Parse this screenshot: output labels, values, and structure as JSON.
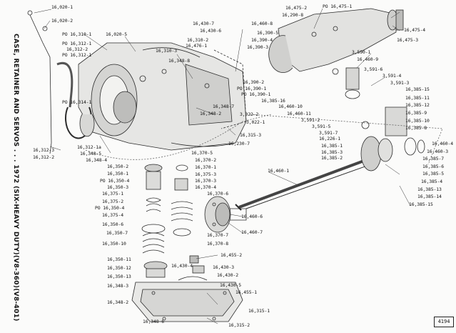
{
  "title": "CASE, RETAINER AND SERVOS . . . 1972 (SIX-HEAVY DUTY)(V8-360)(V8-401)",
  "figure_number": "4194",
  "colors": {
    "line": "#2b2b2b",
    "shade": "#9a9a9a",
    "paper": "#fbfbfa"
  },
  "labels": [
    {
      "id": "l1",
      "text": "16,020-1"
    },
    {
      "id": "l2",
      "text": "16,020-2"
    },
    {
      "id": "l3",
      "text": "PO 16,310-1"
    },
    {
      "id": "l4",
      "text": "16,020-5"
    },
    {
      "id": "l5",
      "text": "PO 16,312-1"
    },
    {
      "id": "l6",
      "text": "16,312-2"
    },
    {
      "id": "l7",
      "text": "PO 16,312-1"
    },
    {
      "id": "l8",
      "text": "16,310-3"
    },
    {
      "id": "l9",
      "text": "16,348-8"
    },
    {
      "id": "l10",
      "text": "16,430-7"
    },
    {
      "id": "l11",
      "text": "16,430-6"
    },
    {
      "id": "l12",
      "text": "16,310-2"
    },
    {
      "id": "l13",
      "text": "16,476-1"
    },
    {
      "id": "l14",
      "text": "PO 16,314-1"
    },
    {
      "id": "l15",
      "text": "16,348-7"
    },
    {
      "id": "l16",
      "text": "16,348-2"
    },
    {
      "id": "l17",
      "text": "3,022-2"
    },
    {
      "id": "l18",
      "text": "3,022-1"
    },
    {
      "id": "l19",
      "text": "16,315-3"
    },
    {
      "id": "l20",
      "text": "16,230-7"
    },
    {
      "id": "l21",
      "text": "16,312-3"
    },
    {
      "id": "l22",
      "text": "16,312-2"
    },
    {
      "id": "l23",
      "text": "16,312-1a"
    },
    {
      "id": "l24",
      "text": "16,348-5"
    },
    {
      "id": "l25",
      "text": "16,348-4"
    },
    {
      "id": "l26",
      "text": "16,475-2"
    },
    {
      "id": "l27",
      "text": "16,290-8"
    },
    {
      "id": "l28",
      "text": "PO 16,475-1"
    },
    {
      "id": "l29",
      "text": "16,460-8"
    },
    {
      "id": "l30",
      "text": "16,390-5"
    },
    {
      "id": "l31",
      "text": "16,390-4"
    },
    {
      "id": "l32",
      "text": "16,390-3"
    },
    {
      "id": "l33",
      "text": "16,390-2"
    },
    {
      "id": "l34",
      "text": "PO 16,390-1"
    },
    {
      "id": "l35",
      "text": "PO 16,390-1"
    },
    {
      "id": "l36",
      "text": "16,385-16"
    },
    {
      "id": "l37",
      "text": "16,460-10"
    },
    {
      "id": "l38",
      "text": "16,460-11"
    },
    {
      "id": "l39",
      "text": "16,475-4"
    },
    {
      "id": "l40",
      "text": "16,475-3"
    },
    {
      "id": "l41",
      "text": "3,590-1"
    },
    {
      "id": "l42",
      "text": "16,460-9"
    },
    {
      "id": "l43",
      "text": "3,591-6"
    },
    {
      "id": "l44",
      "text": "3,591-4"
    },
    {
      "id": "l45",
      "text": "3,591-3"
    },
    {
      "id": "l46",
      "text": "16,385-15"
    },
    {
      "id": "l47",
      "text": "16,385-11"
    },
    {
      "id": "l48",
      "text": "16,385-12"
    },
    {
      "id": "l49",
      "text": "16,385-9"
    },
    {
      "id": "l50",
      "text": "16,385-10"
    },
    {
      "id": "l51",
      "text": "16,385-8"
    },
    {
      "id": "l52",
      "text": "3,591-2"
    },
    {
      "id": "l53",
      "text": "3,591-5"
    },
    {
      "id": "l54",
      "text": "3,591-7"
    },
    {
      "id": "l55",
      "text": "16,226-1"
    },
    {
      "id": "l56",
      "text": "16,385-1"
    },
    {
      "id": "l57",
      "text": "16,385-3"
    },
    {
      "id": "l58",
      "text": "16,385-2"
    },
    {
      "id": "l59",
      "text": "16,460-4"
    },
    {
      "id": "l60",
      "text": "16,460-3"
    },
    {
      "id": "l61",
      "text": "16,385-7"
    },
    {
      "id": "l62",
      "text": "16,385-6"
    },
    {
      "id": "l63",
      "text": "16,385-5"
    },
    {
      "id": "l64",
      "text": "16,385-4"
    },
    {
      "id": "l65",
      "text": "16,385-13"
    },
    {
      "id": "l66",
      "text": "16,385-14"
    },
    {
      "id": "l67",
      "text": "16,385-15"
    },
    {
      "id": "l68",
      "text": "16,460-1"
    },
    {
      "id": "l69",
      "text": "16,460-6"
    },
    {
      "id": "l70",
      "text": "16,460-7"
    },
    {
      "id": "l71",
      "text": "16,370-5"
    },
    {
      "id": "l72",
      "text": "16,370-2"
    },
    {
      "id": "l73",
      "text": "16,370-1"
    },
    {
      "id": "l74",
      "text": "16,375-3"
    },
    {
      "id": "l75",
      "text": "16,370-3"
    },
    {
      "id": "l76",
      "text": "16,370-4"
    },
    {
      "id": "l77",
      "text": "16,370-6"
    },
    {
      "id": "l78",
      "text": "16,370-7"
    },
    {
      "id": "l79",
      "text": "16,370-8"
    },
    {
      "id": "l80",
      "text": "16,350-2"
    },
    {
      "id": "l81",
      "text": "16,350-1"
    },
    {
      "id": "l82",
      "text": "PO 16,350-4"
    },
    {
      "id": "l83",
      "text": "16,350-3"
    },
    {
      "id": "l84",
      "text": "16,375-1"
    },
    {
      "id": "l85",
      "text": "16,375-2"
    },
    {
      "id": "l86",
      "text": "PO 16,350-4"
    },
    {
      "id": "l87",
      "text": "16,375-4"
    },
    {
      "id": "l88",
      "text": "16,350-6"
    },
    {
      "id": "l89",
      "text": "16,350-7"
    },
    {
      "id": "l90",
      "text": "16,350-10"
    },
    {
      "id": "l91",
      "text": "16,350-11"
    },
    {
      "id": "l92",
      "text": "16,350-12"
    },
    {
      "id": "l93",
      "text": "16,350-13"
    },
    {
      "id": "l94",
      "text": "16,348-3"
    },
    {
      "id": "l95",
      "text": "16,348-2"
    },
    {
      "id": "l96",
      "text": "16,348-6"
    },
    {
      "id": "l97",
      "text": "16,430-4"
    },
    {
      "id": "l98",
      "text": "16,455-2"
    },
    {
      "id": "l99",
      "text": "16,430-3"
    },
    {
      "id": "l100",
      "text": "16,430-2"
    },
    {
      "id": "l101",
      "text": "16,430-5"
    },
    {
      "id": "l102",
      "text": "16,455-1"
    },
    {
      "id": "l103",
      "text": "16,315-1"
    },
    {
      "id": "l104",
      "text": "16,315-2"
    }
  ]
}
